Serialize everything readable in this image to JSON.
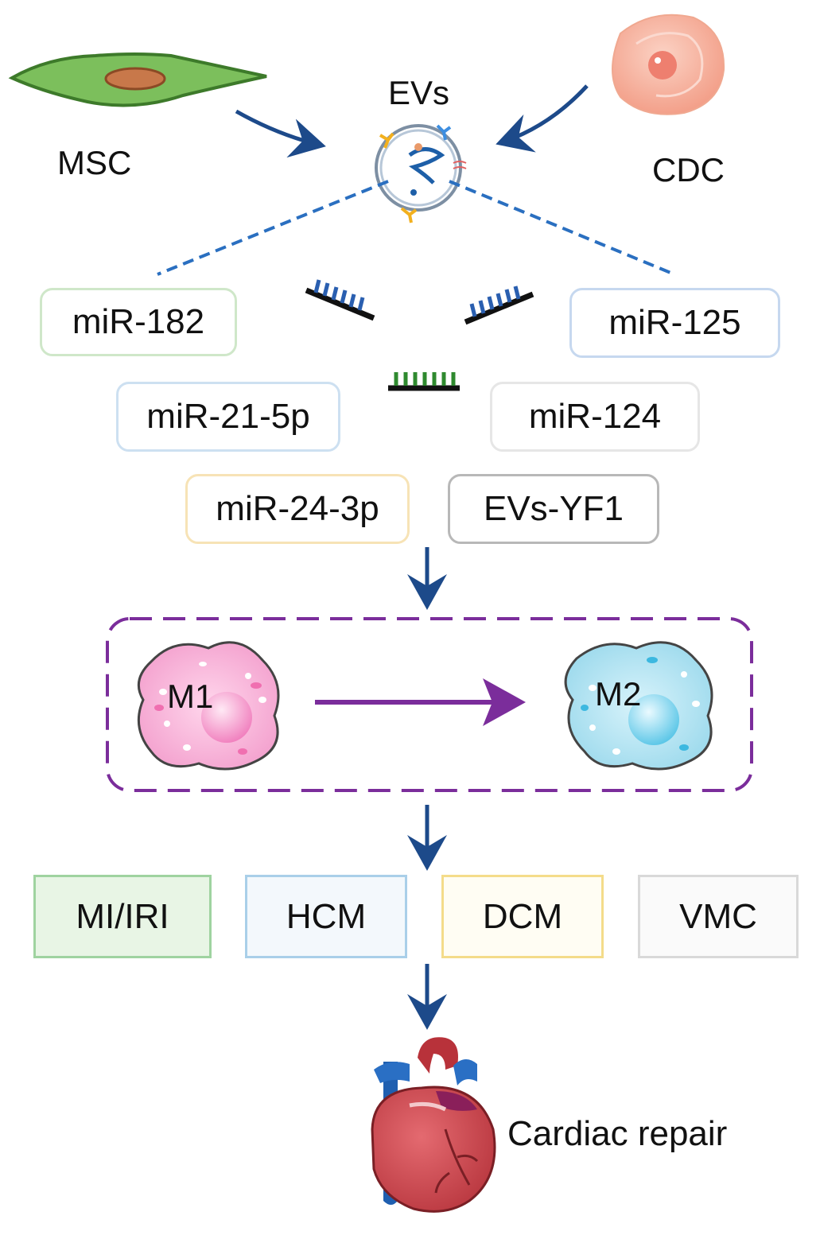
{
  "sources": {
    "msc": "MSC",
    "cdc": "CDC",
    "evs": "EVs"
  },
  "mirnas": [
    {
      "label": "miR-182",
      "border": "#cfe7c9"
    },
    {
      "label": "miR-125",
      "border": "#c6d8ef"
    },
    {
      "label": "miR-21-5p",
      "border": "#cde0f1"
    },
    {
      "label": "miR-124",
      "border": "#e6e6e6"
    },
    {
      "label": "miR-24-3p",
      "border": "#f7e3b6"
    },
    {
      "label": "EVs-YF1",
      "border": "#b8b8b8"
    }
  ],
  "macrophages": {
    "m1": "M1",
    "m2": "M2"
  },
  "diseases": [
    {
      "label": "MI/IRI",
      "border": "#9fd3a0",
      "fill": "#e8f5e5"
    },
    {
      "label": "HCM",
      "border": "#a9cfe9",
      "fill": "#f3f8fc"
    },
    {
      "label": "DCM",
      "border": "#f4dc8a",
      "fill": "#fffdf3"
    },
    {
      "label": "VMC",
      "border": "#d9d9d9",
      "fill": "#fafafa"
    }
  ],
  "outcome": "Cardiac repair",
  "colors": {
    "arrow": "#1d4a8a",
    "purple": "#7b2d9b",
    "dashed_blue": "#2a6fc0"
  }
}
